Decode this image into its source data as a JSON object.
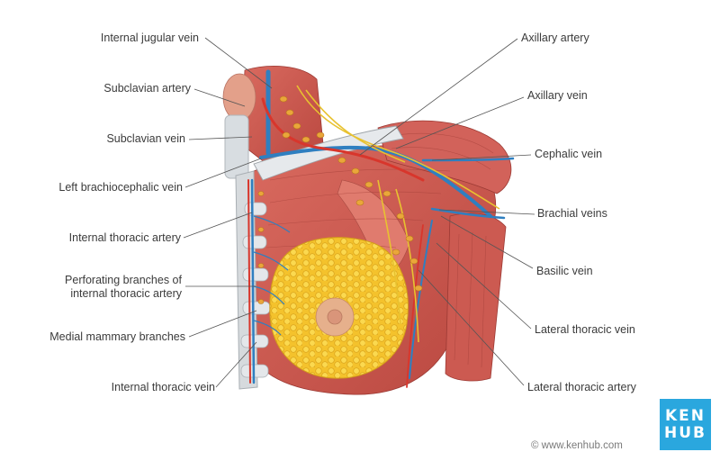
{
  "labels_left": [
    "Internal jugular vein",
    "Subclavian artery",
    "Subclavian vein",
    "Left brachiocephalic vein",
    "Internal thoracic artery",
    "Perforating branches of\ninternal thoracic artery",
    "Medial mammary branches",
    "Internal thoracic vein"
  ],
  "labels_right": [
    "Axillary artery",
    "Axillary vein",
    "Cephalic vein",
    "Brachial veins",
    "Basilic vein",
    "Lateral thoracic vein",
    "Lateral thoracic artery"
  ],
  "logo": {
    "line1": "KEN",
    "line2": "HUB"
  },
  "credit": "© www.kenhub.com",
  "colors": {
    "muscle": "#c9574f",
    "muscle_light": "#e17f72",
    "fat": "#f5c531",
    "vein": "#2f7fc0",
    "artery": "#d8362c",
    "node": "#e8a33a",
    "bone": "#d9dde0",
    "leader": "#555555"
  }
}
